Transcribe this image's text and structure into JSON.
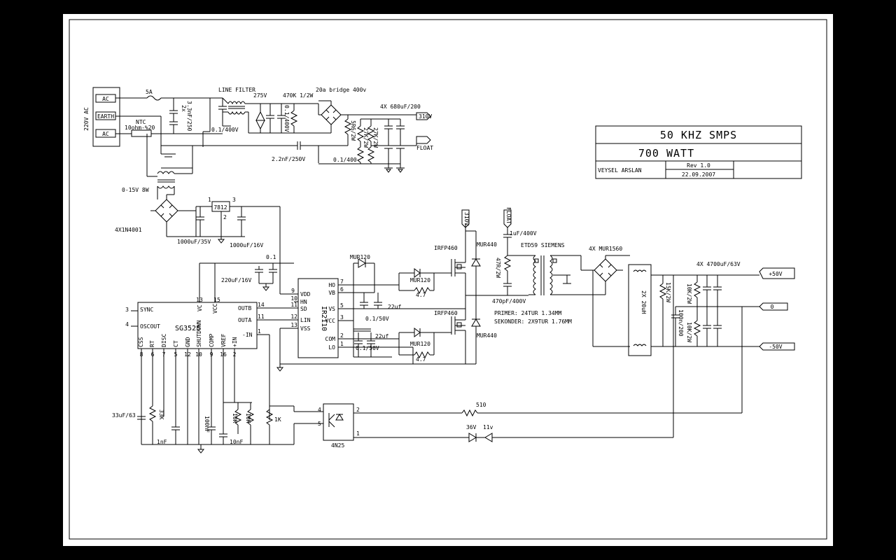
{
  "title_block": {
    "title": "50 KHZ SMPS",
    "power": "700 WATT",
    "author": "VEYSEL ARSLAN",
    "revision": "Rev 1.0",
    "date": "22.09.2007"
  },
  "input": {
    "ac_label": "220V AC",
    "ac": "AC",
    "earth": "EARTH",
    "fuse": "5A",
    "ntc": "NTC",
    "ntc_value": "10ohm-%20",
    "x_caps": "2x",
    "x_caps_value": "3.3nF/250",
    "line_filter": "LINE FILTER",
    "varistor": "275V",
    "r_bleed": "470K 1/2W",
    "bridge": "20a bridge 400v",
    "cap_filter": "0.1/400V",
    "cap_filter2": "0.1/400V",
    "bulk_caps": "4X 680uF/200",
    "out_310": "310V",
    "float": "FLOAT",
    "y_cap": "2.2nF/250V",
    "cap_04": "0.1/400",
    "r_2k7_1": "5R6/2W",
    "r_2k7_2": "27K/2W",
    "r_2k7_3": "27K/2W"
  },
  "aux": {
    "transformer": "0-15V 8W",
    "diodes": "4X1N4001",
    "regulator": "7812",
    "cap1": "1000uF/35V",
    "cap2": "1000uF/16V",
    "pin1": "1",
    "pin2": "2",
    "pin3": "3"
  },
  "controller": {
    "name": "SG3525",
    "left_pins": [
      "SYNC",
      "OSCOUT"
    ],
    "left_nums": [
      "3",
      "4"
    ],
    "top_pins": [
      "VC",
      "VCC"
    ],
    "top_nums": [
      "13",
      "15"
    ],
    "right_pins": [
      "OUTB",
      "OUTA",
      "-IN"
    ],
    "right_nums": [
      "14",
      "11",
      "1"
    ],
    "bottom_pins": [
      "CSS",
      "RT",
      "DISC",
      "CT",
      "GND",
      "SHUTDOWN",
      "COMP",
      "VREF",
      "+IN"
    ],
    "bottom_nums": [
      "8",
      "6",
      "7",
      "5",
      "12",
      "10",
      "9",
      "16",
      "2"
    ],
    "css_cap": "33uF/63",
    "rt": "33K",
    "ct_cap": "1nF",
    "comp_cap": "100nF",
    "vref_cap": "10nF",
    "r10k_1": "10K",
    "r10k_2": "10K",
    "r1k": "1K",
    "cap_01": "0.1",
    "cap_220": "220uF/16V"
  },
  "driver": {
    "name": "IR2110",
    "left_pins": [
      "VDD",
      "HN",
      "SD",
      "LIN",
      "VSS"
    ],
    "left_nums": [
      "9",
      "10",
      "11",
      "12",
      "13"
    ],
    "right_pins": [
      "HO",
      "VB",
      "VS",
      "VCC",
      "COM",
      "LO"
    ],
    "right_nums": [
      "7",
      "6",
      "5",
      "3",
      "2",
      "1"
    ],
    "boot_diode": "MUR120",
    "cap_22_1": "22uf",
    "cap_22_2": "22uf",
    "cap_01_1": "0.1/50V",
    "cap_01_2": "0.1/50V"
  },
  "power_stage": {
    "mosfet_hi": "IRFP460",
    "mosfet_lo": "IRFP460",
    "diode_hi": "MUR440",
    "diode_lo": "MUR440",
    "gate_d_hi": "MUR120",
    "gate_d_lo": "MUR120",
    "gate_r_hi": "4.7",
    "gate_r_lo": "4.7",
    "v310": "310V",
    "float": "FLOAT",
    "cap_1u": "1uF/400V",
    "snubber_r": "47R/2W",
    "snubber_c": "470pF/400V",
    "transformer": "ETD59 SIEMENS",
    "primary": "PRIMER: 24TUR 1.34MM",
    "secondary": "SEKONDER: 2X9TUR 1.76MM"
  },
  "output": {
    "rectifier": "4X MUR1560",
    "inductor": "2X 20uH",
    "r_15k": "15K/2W",
    "cap_100n": "100n/200",
    "caps": "4X 4700uF/63V",
    "r_10k_1": "10K/2W",
    "r_10k_2": "10K/2W",
    "plus_50": "+50V",
    "zero": "0",
    "minus_50": "-50V"
  },
  "feedback": {
    "opto": "4N25",
    "r510": "510",
    "zener1": "36V",
    "zener2": "11v",
    "pin4": "4",
    "pin5": "5",
    "pin2": "2",
    "pin1": "1"
  }
}
